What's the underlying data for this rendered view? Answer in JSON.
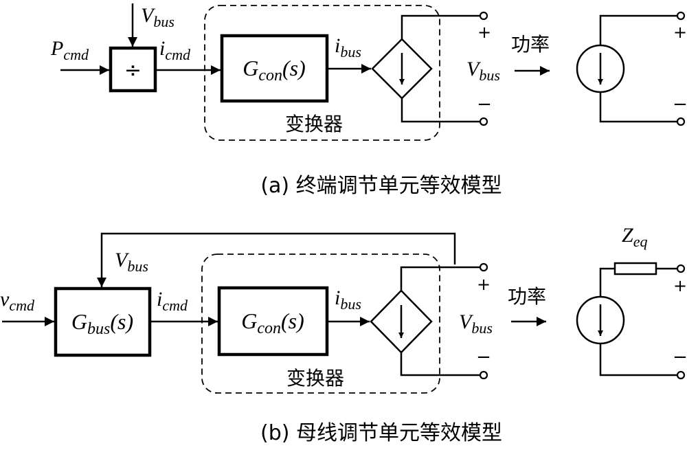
{
  "diagram_a": {
    "input_label": {
      "main": "P",
      "sub": "cmd"
    },
    "vbus_top": {
      "main": "V",
      "sub": "bus"
    },
    "divider_symbol": "÷",
    "icmd_label": {
      "main": "i",
      "sub": "cmd"
    },
    "block": {
      "name": "G",
      "sub": "con",
      "arg": "(s)"
    },
    "ibus_label": {
      "main": "i",
      "sub": "bus"
    },
    "converter_label": "变换器",
    "plus": "+",
    "minus": "−",
    "vbus_out": {
      "main": "V",
      "sub": "bus"
    },
    "power_label": "功率",
    "caption": "(a) 终端调节单元等效模型"
  },
  "diagram_b": {
    "input_label": {
      "main": "v",
      "sub": "cmd"
    },
    "vbus_feedback": {
      "main": "V",
      "sub": "bus"
    },
    "block1": {
      "name": "G",
      "sub": "bus",
      "arg": "(s)"
    },
    "icmd_label": {
      "main": "i",
      "sub": "cmd"
    },
    "block2": {
      "name": "G",
      "sub": "con",
      "arg": "(s)"
    },
    "ibus_label": {
      "main": "i",
      "sub": "bus"
    },
    "converter_label": "变换器",
    "plus": "+",
    "minus": "−",
    "vbus_out": {
      "main": "V",
      "sub": "bus"
    },
    "power_label": "功率",
    "zeq_label": {
      "main": "Z",
      "sub": "eq"
    },
    "caption": "(b) 母线调节单元等效模型"
  }
}
